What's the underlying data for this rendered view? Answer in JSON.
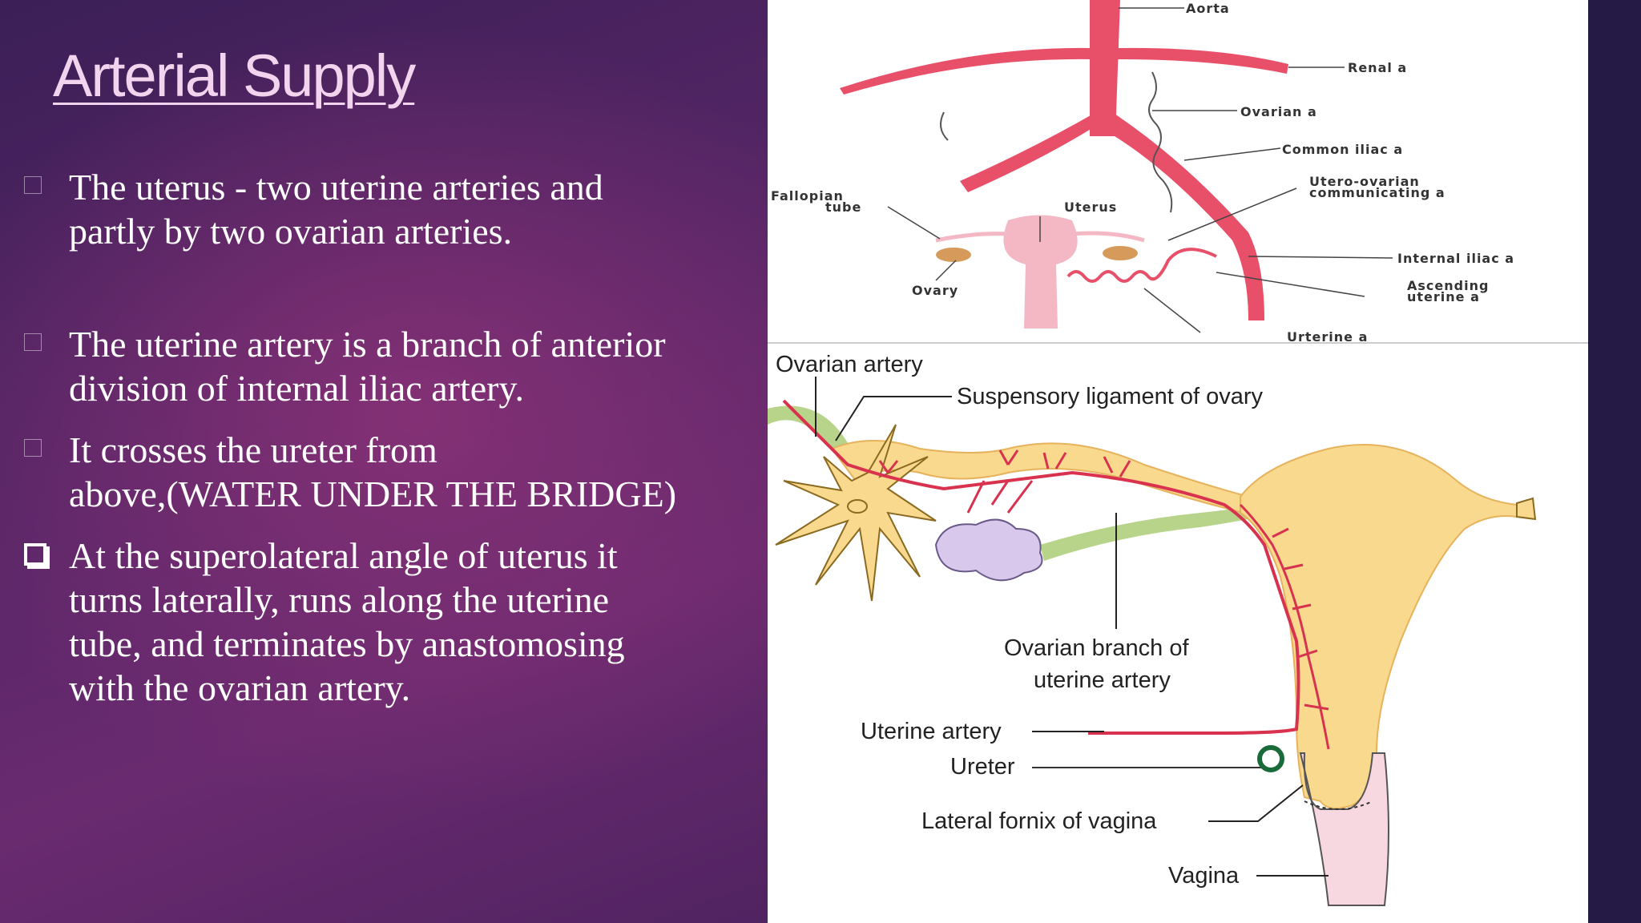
{
  "slide": {
    "title": "Arterial Supply",
    "bullets": [
      {
        "lines": [
          "The uterus - two  uterine arteries and",
          "partly by two ovarian  arteries."
        ]
      },
      {
        "lines": [
          "The uterine artery is a branch of anterior",
          "division of internal iliac artery."
        ]
      },
      {
        "lines": [
          "It crosses the ureter from",
          "above,(WATER UNDER THE BRIDGE)"
        ]
      },
      {
        "lines": [
          " At the superolateral angle of uterus  it",
          "turns laterally, runs along the uterine",
          "tube, and terminates by anastomosing",
          "with the ovarian artery."
        ]
      }
    ]
  },
  "diagram_top": {
    "labels": {
      "aorta": "Aorta",
      "renal": "Renal a",
      "ovarian": "Ovarian a",
      "common_iliac": "Common iliac a",
      "utero_ovarian_1": "Utero-ovarian",
      "utero_ovarian_2": "communicating a",
      "fallopian_1": "Fallopian",
      "fallopian_2": "tube",
      "uterus": "Uterus",
      "ovary": "Ovary",
      "internal_iliac": "Internal iliac a",
      "ascending_1": "Ascending",
      "ascending_2": "uterine a",
      "uterine": "Urterine a"
    }
  },
  "diagram_bottom": {
    "labels": {
      "ovarian_artery": "Ovarian artery",
      "suspensory": "Suspensory ligament of ovary",
      "ovarian_branch_1": "Ovarian branch of",
      "ovarian_branch_2": "uterine artery",
      "uterine_artery": "Uterine artery",
      "ureter": "Ureter",
      "lateral_fornix": "Lateral fornix of vagina",
      "vagina": "Vagina"
    }
  },
  "colors": {
    "title": "#f2d4ef",
    "artery": "#e8506a",
    "uterus_fill": "#f9d98e",
    "ovary_fill": "#d8c8ec",
    "ligament": "#b8d48a"
  }
}
